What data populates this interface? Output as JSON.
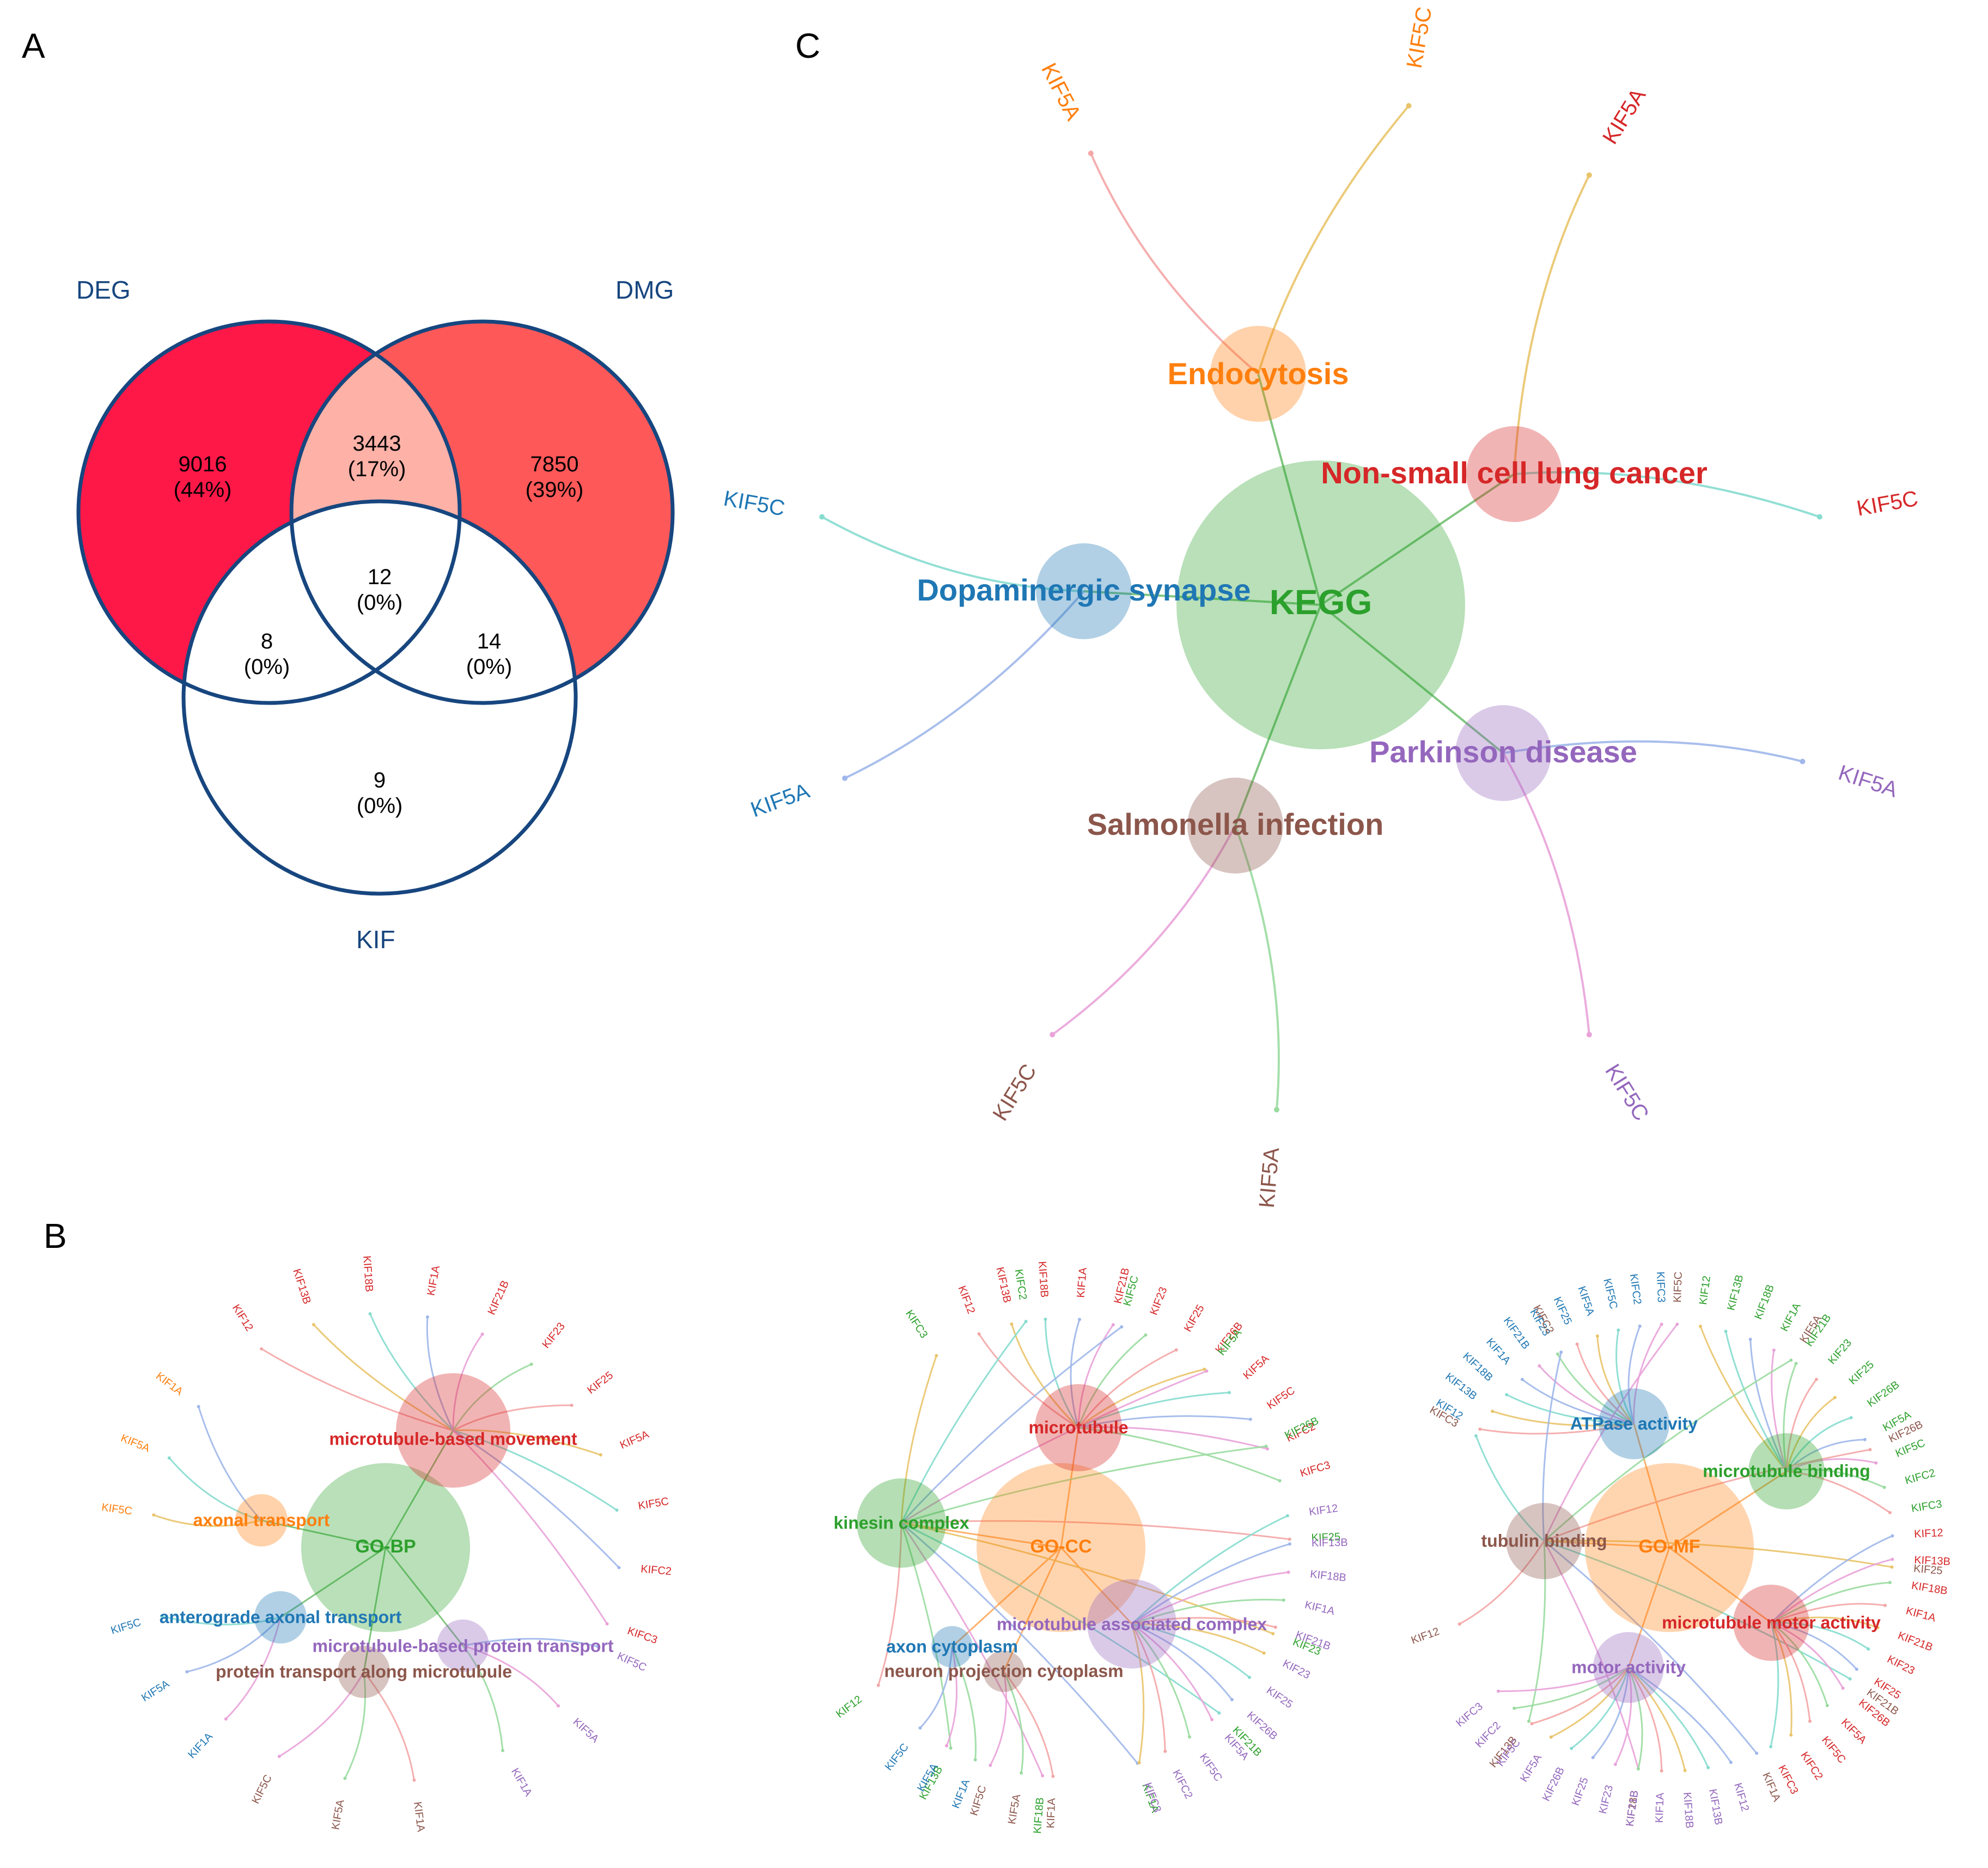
{
  "panels": {
    "A": "A",
    "B": "B",
    "C": "C"
  },
  "venn": {
    "sets": {
      "deg": "DEG",
      "dmg": "DMG",
      "kif": "KIF"
    },
    "colors": {
      "deg_only": "#fe1848",
      "dmg_only": "#ff5859",
      "deg_dmg": "#fdb1a7",
      "border": "#17467f"
    },
    "regions": {
      "deg_only": {
        "n": "9016",
        "p": "(44%)"
      },
      "deg_dmg": {
        "n": "3443",
        "p": "(17%)"
      },
      "dmg_only": {
        "n": "7850",
        "p": "(39%)"
      },
      "all": {
        "n": "12",
        "p": "(0%)"
      },
      "deg_kif": {
        "n": "8",
        "p": "(0%)"
      },
      "dmg_kif": {
        "n": "14",
        "p": "(0%)"
      },
      "kif_only": {
        "n": "9",
        "p": "(0%)"
      }
    }
  },
  "networks": {
    "kegg": {
      "center": {
        "label": "KEGG",
        "color": "#2ca02c"
      },
      "terms": [
        {
          "label": "Endocytosis",
          "color": "#ff7f0e",
          "genes": [
            "KIF5A",
            "KIF5C"
          ]
        },
        {
          "label": "Non-small cell lung cancer",
          "color": "#d62728",
          "genes": [
            "KIF5A",
            "KIF5C"
          ]
        },
        {
          "label": "Dopaminergic synapse",
          "color": "#1f77b4",
          "genes": [
            "KIF5C",
            "KIF5A"
          ]
        },
        {
          "label": "Parkinson disease",
          "color": "#9467bd",
          "genes": [
            "KIF5A",
            "KIF5C"
          ]
        },
        {
          "label": "Salmonella infection",
          "color": "#8c564b",
          "genes": [
            "KIF5C",
            "KIF5A"
          ]
        }
      ]
    },
    "gobp": {
      "center": {
        "label": "GO-BP",
        "color": "#2ca02c"
      },
      "terms": [
        {
          "label": "microtubule-based movement",
          "color": "#d62728",
          "genes": [
            "KIF12",
            "KIF13B",
            "KIF18B",
            "KIF1A",
            "KIF21B",
            "KIF23",
            "KIF25",
            "KIF5A",
            "KIF5C",
            "KIFC2",
            "KIFC3"
          ]
        },
        {
          "label": "axonal transport",
          "color": "#ff7f0e",
          "genes": [
            "KIF5C",
            "KIF5A",
            "KIF1A"
          ]
        },
        {
          "label": "anterograde axonal transport",
          "color": "#1f77b4",
          "genes": [
            "KIF5C",
            "KIF5A",
            "KIF1A"
          ]
        },
        {
          "label": "microtubule-based protein transport",
          "color": "#9467bd",
          "genes": [
            "KIF5C",
            "KIF5A",
            "KIF1A"
          ]
        },
        {
          "label": "protein transport along microtubule",
          "color": "#8c564b",
          "genes": [
            "KIF5C",
            "KIF5A",
            "KIF1A"
          ]
        }
      ]
    },
    "gocc": {
      "center": {
        "label": "GO-CC",
        "color": "#ff7f0e"
      },
      "terms": [
        {
          "label": "microtubule",
          "color": "#d62728",
          "genes": [
            "KIF12",
            "KIF13B",
            "KIF18B",
            "KIF1A",
            "KIF21B",
            "KIF23",
            "KIF25",
            "KIF26B",
            "KIF5A",
            "KIF5C",
            "KIFC2",
            "KIFC3"
          ]
        },
        {
          "label": "kinesin complex",
          "color": "#2ca02c",
          "genes": [
            "KIFC3",
            "KIFC2",
            "KIF5C",
            "KIF5A",
            "KIF26B",
            "KIF25",
            "KIF23",
            "KIF21B",
            "KIF1A",
            "KIF18B",
            "KIF13B",
            "KIF12"
          ]
        },
        {
          "label": "microtubule associated complex",
          "color": "#9467bd",
          "genes": [
            "KIF12",
            "KIF13B",
            "KIF18B",
            "KIF1A",
            "KIF21B",
            "KIF23",
            "KIF25",
            "KIF26B",
            "KIF5A",
            "KIF5C",
            "KIFC2",
            "KIFC3"
          ]
        },
        {
          "label": "axon cytoplasm",
          "color": "#1f77b4",
          "genes": [
            "KIF5C",
            "KIF5A",
            "KIF1A"
          ]
        },
        {
          "label": "neuron projection cytoplasm",
          "color": "#8c564b",
          "genes": [
            "KIF5C",
            "KIF5A",
            "KIF1A"
          ]
        }
      ]
    },
    "gomf": {
      "center": {
        "label": "GO-MF",
        "color": "#ff7f0e"
      },
      "terms": [
        {
          "label": "ATPase activity",
          "color": "#1f77b4",
          "genes": [
            "KIF12",
            "KIF13B",
            "KIF18B",
            "KIF1A",
            "KIF21B",
            "KIF23",
            "KIF25",
            "KIF5A",
            "KIF5C",
            "KIFC2",
            "KIFC3"
          ]
        },
        {
          "label": "microtubule binding",
          "color": "#2ca02c",
          "genes": [
            "KIF12",
            "KIF13B",
            "KIF18B",
            "KIF1A",
            "KIF21B",
            "KIF23",
            "KIF25",
            "KIF26B",
            "KIF5A",
            "KIF5C",
            "KIFC2",
            "KIFC3"
          ]
        },
        {
          "label": "tubulin binding",
          "color": "#8c564b",
          "genes": [
            "KIFC3",
            "KIFC2",
            "KIF5C",
            "KIF5A",
            "KIF26B",
            "KIF25",
            "KIF21B",
            "KIF1A",
            "KIF18B",
            "KIF13B",
            "KIF12"
          ]
        },
        {
          "label": "microtubule motor activity",
          "color": "#d62728",
          "genes": [
            "KIF12",
            "KIF13B",
            "KIF18B",
            "KIF1A",
            "KIF21B",
            "KIF23",
            "KIF25",
            "KIF26B",
            "KIF5A",
            "KIF5C",
            "KIFC2",
            "KIFC3"
          ]
        },
        {
          "label": "motor activity",
          "color": "#9467bd",
          "genes": [
            "KIFC3",
            "KIFC2",
            "KIF5C",
            "KIF5A",
            "KIF26B",
            "KIF25",
            "KIF23",
            "KIF21B",
            "KIF1A",
            "KIF18B",
            "KIF13B",
            "KIF12"
          ]
        }
      ]
    }
  }
}
